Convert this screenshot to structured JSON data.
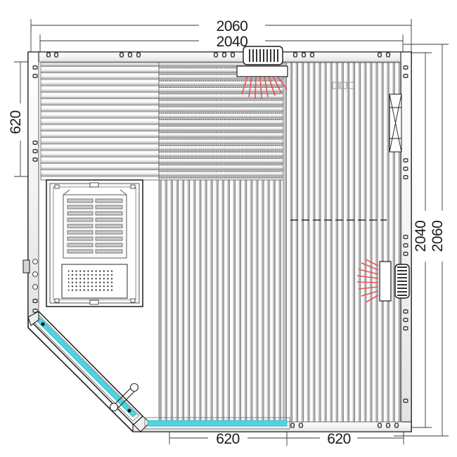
{
  "drawing": {
    "title": "Sauna cabin floor plan (top view)",
    "type": "technical-cad-plan",
    "colors": {
      "line": "#1b1b1b",
      "slat_light": "#f2f2f2",
      "slat_mid": "#b9b9b9",
      "slat_dark": "#8a8a8a",
      "glass": "#4fd3e0",
      "light_ray": "#ef4a4a",
      "dimension": "#3a3a3a",
      "background": "#ffffff"
    }
  },
  "dimensions": {
    "top_outer": "2060",
    "top_inner": "2040",
    "left_partial": "620",
    "right_inner": "2040",
    "right_outer": "2060",
    "bottom_left": "620",
    "bottom_right": "620",
    "unit": "mm"
  },
  "components": {
    "heater": {
      "name": "sauna-heater",
      "label": "",
      "rock_rows": 10,
      "vent_dot_rows": 6
    },
    "ceiling_light_top": {
      "name": "ceiling-light-fixture-top",
      "ray_count": 8
    },
    "wall_light_right": {
      "name": "wall-light-fixture-right",
      "ray_count": 8
    },
    "door": {
      "name": "angled-glass-door",
      "position": "bottom-left-corner-45deg",
      "glass": true
    },
    "glass_panel_bottom": {
      "name": "glass-panel-bottom-wall",
      "glass": true
    },
    "bench_upper_left": {
      "name": "bench-horizontal-slats-upper-left",
      "slat_count": 24,
      "orientation": "horizontal"
    },
    "bench_upper_center": {
      "name": "bench-hatched-upper-center",
      "slat_count": 24,
      "orientation": "horizontal-dashed"
    },
    "floor_slats": {
      "name": "floor-vertical-slats",
      "slat_count": 62,
      "orientation": "vertical"
    },
    "vent_right_wall": {
      "name": "vent-x-panel-right-wall"
    }
  }
}
